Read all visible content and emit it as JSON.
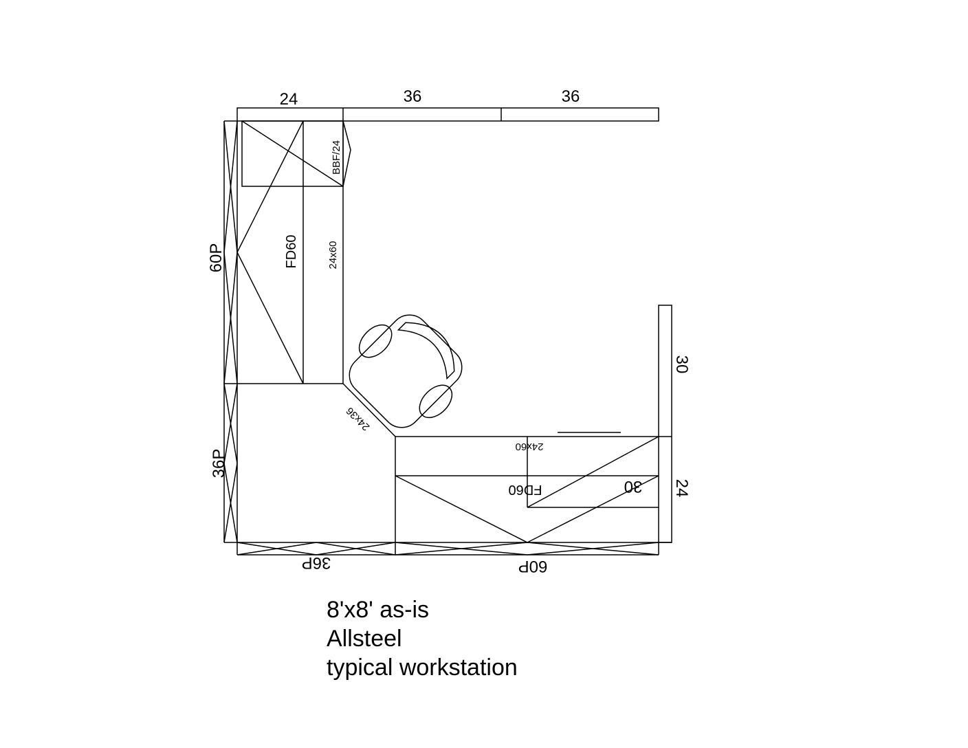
{
  "labels": {
    "top_dim_1": "24",
    "top_dim_2": "36",
    "top_dim_3": "36",
    "left_panel_1": "60P",
    "left_panel_2": "36P",
    "bottom_panel_1": "36P",
    "bottom_panel_2": "60P",
    "right_dim_1": "30",
    "right_dim_2": "24",
    "bbf": "BBF/24",
    "fd_left": "FD60",
    "top_left_24x60": "24x60",
    "corner_24x36": "24x36",
    "bottom_24x60": "24x60",
    "bottom_fd60": "FD60",
    "bottom_30": "30"
  },
  "caption": {
    "line1": "8'x8' as-is",
    "line2": "Allsteel",
    "line3": "typical workstation"
  }
}
